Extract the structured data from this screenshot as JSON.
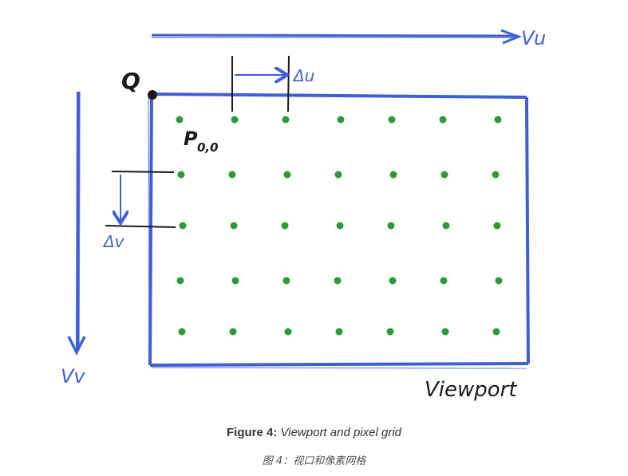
{
  "diagram": {
    "labels": {
      "vu": "Vu",
      "vv": "Vv",
      "q": "Q",
      "p00": "P",
      "p00_sub": "0,0",
      "du": "Δu",
      "dv": "Δv",
      "viewport": "Viewport"
    },
    "colors": {
      "vector": "#3f5fd6",
      "pixel": "#2e9a35",
      "tick": "#1a1a1a"
    },
    "pixel_grid": {
      "rows": 5,
      "cols": 7
    }
  },
  "caption": {
    "label": "Figure 4:",
    "text": "Viewport and pixel grid",
    "translation": "图 4：视口和像素网格"
  }
}
